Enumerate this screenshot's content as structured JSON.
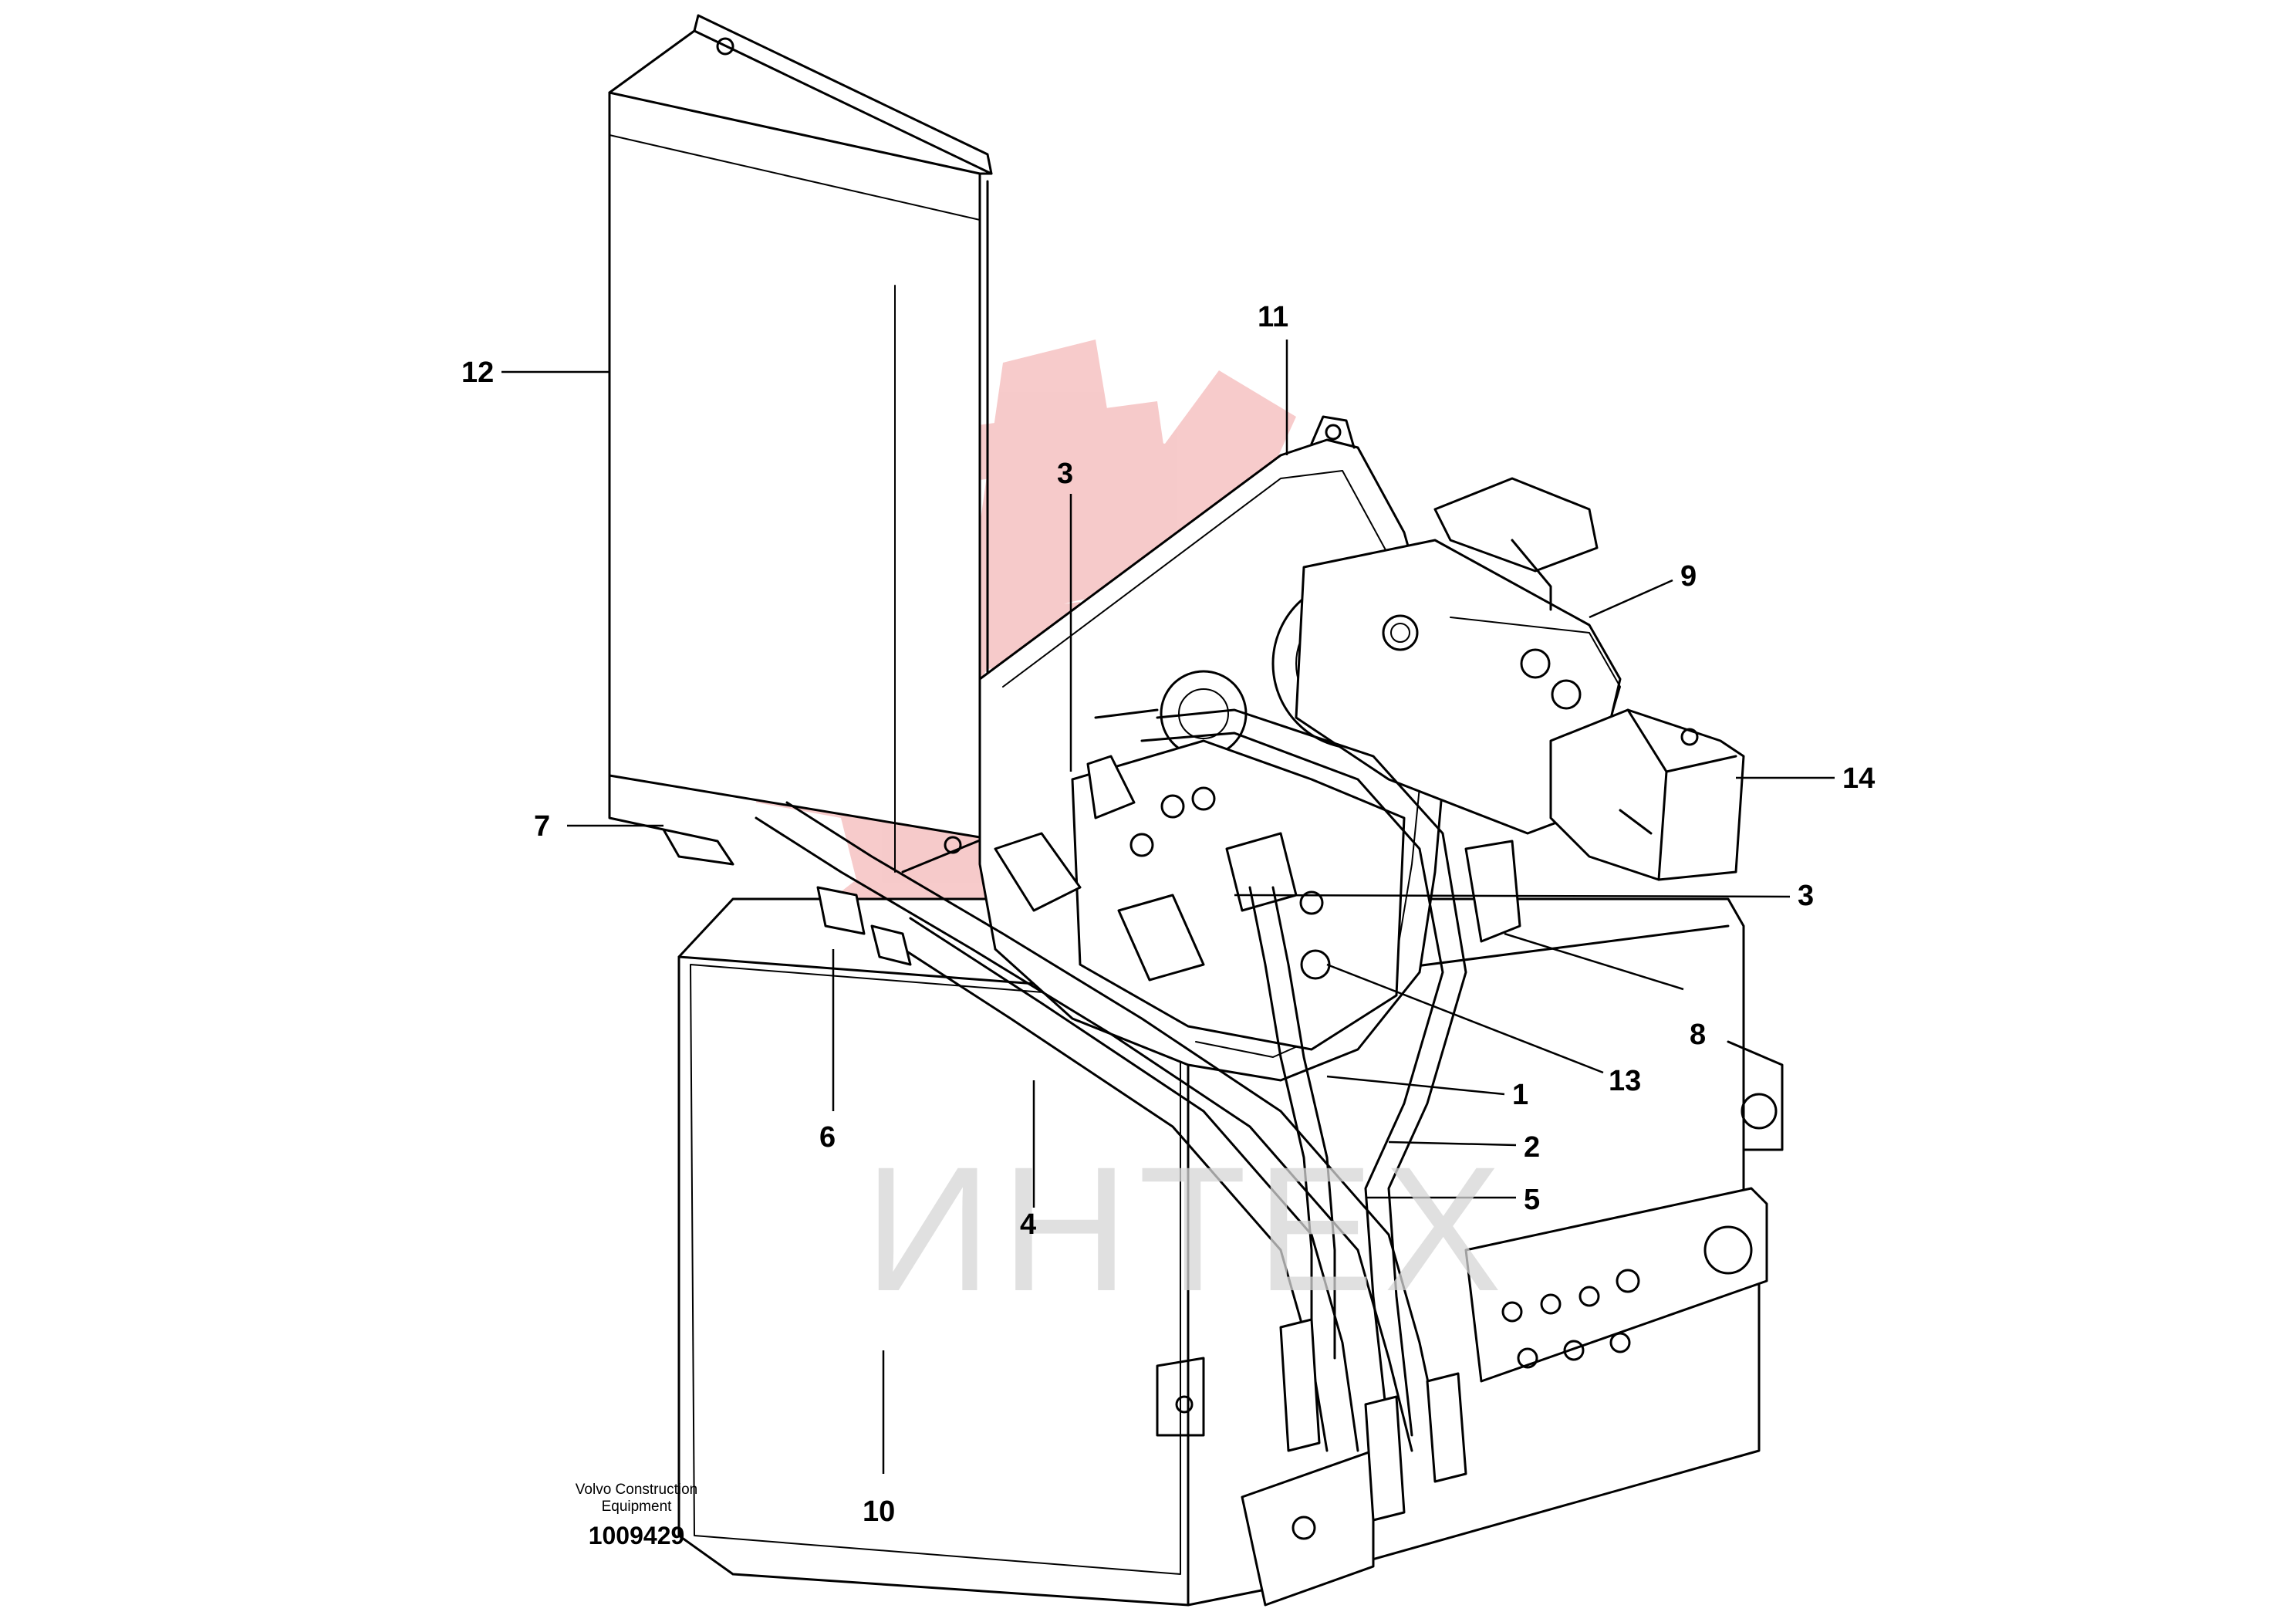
{
  "callouts": {
    "c1": "1",
    "c2": "2",
    "c3a": "3",
    "c3b": "3",
    "c4": "4",
    "c5": "5",
    "c6": "6",
    "c7": "7",
    "c8": "8",
    "c9": "9",
    "c10": "10",
    "c11": "11",
    "c12": "12",
    "c13": "13",
    "c14": "14"
  },
  "credit": {
    "line1": "Volvo Construction",
    "line2": "Equipment",
    "code": "1009429"
  },
  "watermark": {
    "text": "ИНТЕХ",
    "logo": "gear-logo-watermark",
    "color": "#f4b9b9"
  }
}
